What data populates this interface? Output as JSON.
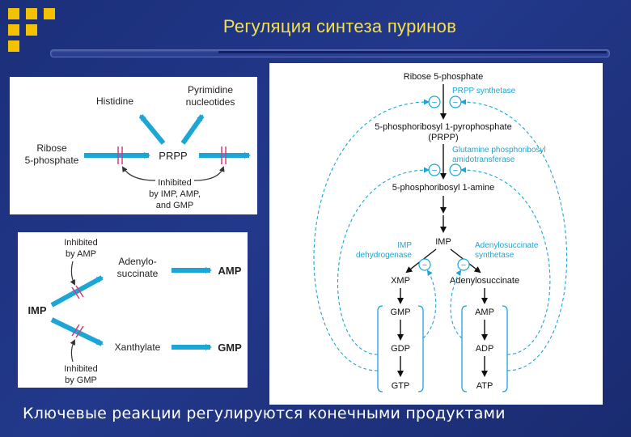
{
  "slide": {
    "title": "Регуляция синтеза пуринов",
    "caption": "Ключевые реакции регулируются конечными продуктами"
  },
  "colors": {
    "accent": "#1ba6d6",
    "yellow": "#f2c200",
    "inhibit": "#d43b7a",
    "background": "#1b2f7a"
  },
  "panel_prpp": {
    "histidine": "Histidine",
    "pyrimidine_1": "Pyrimidine",
    "pyrimidine_2": "nucleotides",
    "ribose_1": "Ribose",
    "ribose_2": "5-phosphate",
    "prpp": "PRPP",
    "inhibited_1": "Inhibited",
    "inhibited_2": "by IMP, AMP,",
    "inhibited_3": "and GMP"
  },
  "panel_imp": {
    "inhibited_amp_1": "Inhibited",
    "inhibited_amp_2": "by AMP",
    "adenylo_1": "Adenylo-",
    "adenylo_2": "succinate",
    "amp": "AMP",
    "imp": "IMP",
    "xanthylate": "Xanthylate",
    "gmp": "GMP",
    "inhibited_gmp_1": "Inhibited",
    "inhibited_gmp_2": "by GMP"
  },
  "pathway": {
    "ribose": "Ribose 5-phosphate",
    "prpp_synthetase": "PRPP synthetase",
    "pyrophosphate": "5-phosphoribosyl 1-pyrophosphate",
    "prpp_paren": "(PRPP)",
    "gpat_1": "Glutamine phosphoribosyl",
    "gpat_2": "amidotransferase",
    "amine": "5-phosphoribosyl 1-amine",
    "imp": "IMP",
    "imp_dh_1": "IMP",
    "imp_dh_2": "dehydrogenase",
    "ads_1": "Adenylosuccinate",
    "ads_2": "synthetase",
    "xmp": "XMP",
    "adenylosuccinate": "Adenylosuccinate",
    "gmp": "GMP",
    "gdp": "GDP",
    "gtp": "GTP",
    "amp": "AMP",
    "adp": "ADP",
    "atp": "ATP",
    "minus": "−"
  }
}
